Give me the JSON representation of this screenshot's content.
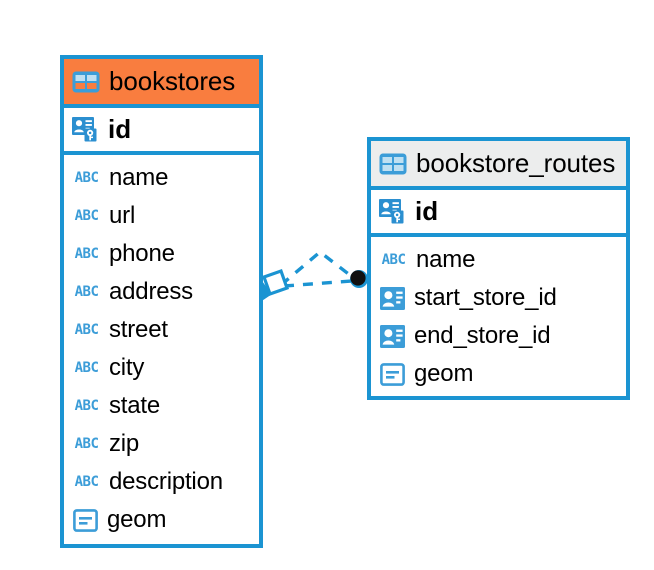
{
  "diagram": {
    "type": "entity-relationship-diagram",
    "background_color": "#ffffff",
    "accent_color": "#1b94d2",
    "header_highlight_color": "#f97d3f",
    "header_default_color": "#eceded",
    "entities": [
      {
        "name": "bookstores",
        "header_style": "orange",
        "table_icon": "table-icon",
        "primary_key": {
          "label": "id",
          "icon": "primary-key-icon"
        },
        "fields": [
          {
            "label": "name",
            "icon": "abc-icon",
            "icon_text": "ABC"
          },
          {
            "label": "url",
            "icon": "abc-icon",
            "icon_text": "ABC"
          },
          {
            "label": "phone",
            "icon": "abc-icon",
            "icon_text": "ABC"
          },
          {
            "label": "address",
            "icon": "abc-icon",
            "icon_text": "ABC"
          },
          {
            "label": "street",
            "icon": "abc-icon",
            "icon_text": "ABC"
          },
          {
            "label": "city",
            "icon": "abc-icon",
            "icon_text": "ABC"
          },
          {
            "label": "state",
            "icon": "abc-icon",
            "icon_text": "ABC"
          },
          {
            "label": "zip",
            "icon": "abc-icon",
            "icon_text": "ABC"
          },
          {
            "label": "description",
            "icon": "abc-icon",
            "icon_text": "ABC"
          },
          {
            "label": "geom",
            "icon": "geometry-icon"
          }
        ]
      },
      {
        "name": "bookstore_routes",
        "header_style": "grey",
        "table_icon": "table-icon",
        "primary_key": {
          "label": "id",
          "icon": "primary-key-icon"
        },
        "fields": [
          {
            "label": "name",
            "icon": "abc-icon",
            "icon_text": "ABC"
          },
          {
            "label": "start_store_id",
            "icon": "foreign-key-icon"
          },
          {
            "label": "end_store_id",
            "icon": "foreign-key-icon"
          },
          {
            "label": "geom",
            "icon": "geometry-icon"
          }
        ]
      }
    ],
    "relationship": {
      "style": "dashed",
      "color": "#1b94d2",
      "source_entity": "bookstores",
      "target_entity": "bookstore_routes",
      "source_marker": "diamond-marker",
      "target_marker": "filled-circle-marker",
      "target_marker_color": "#111111"
    }
  }
}
